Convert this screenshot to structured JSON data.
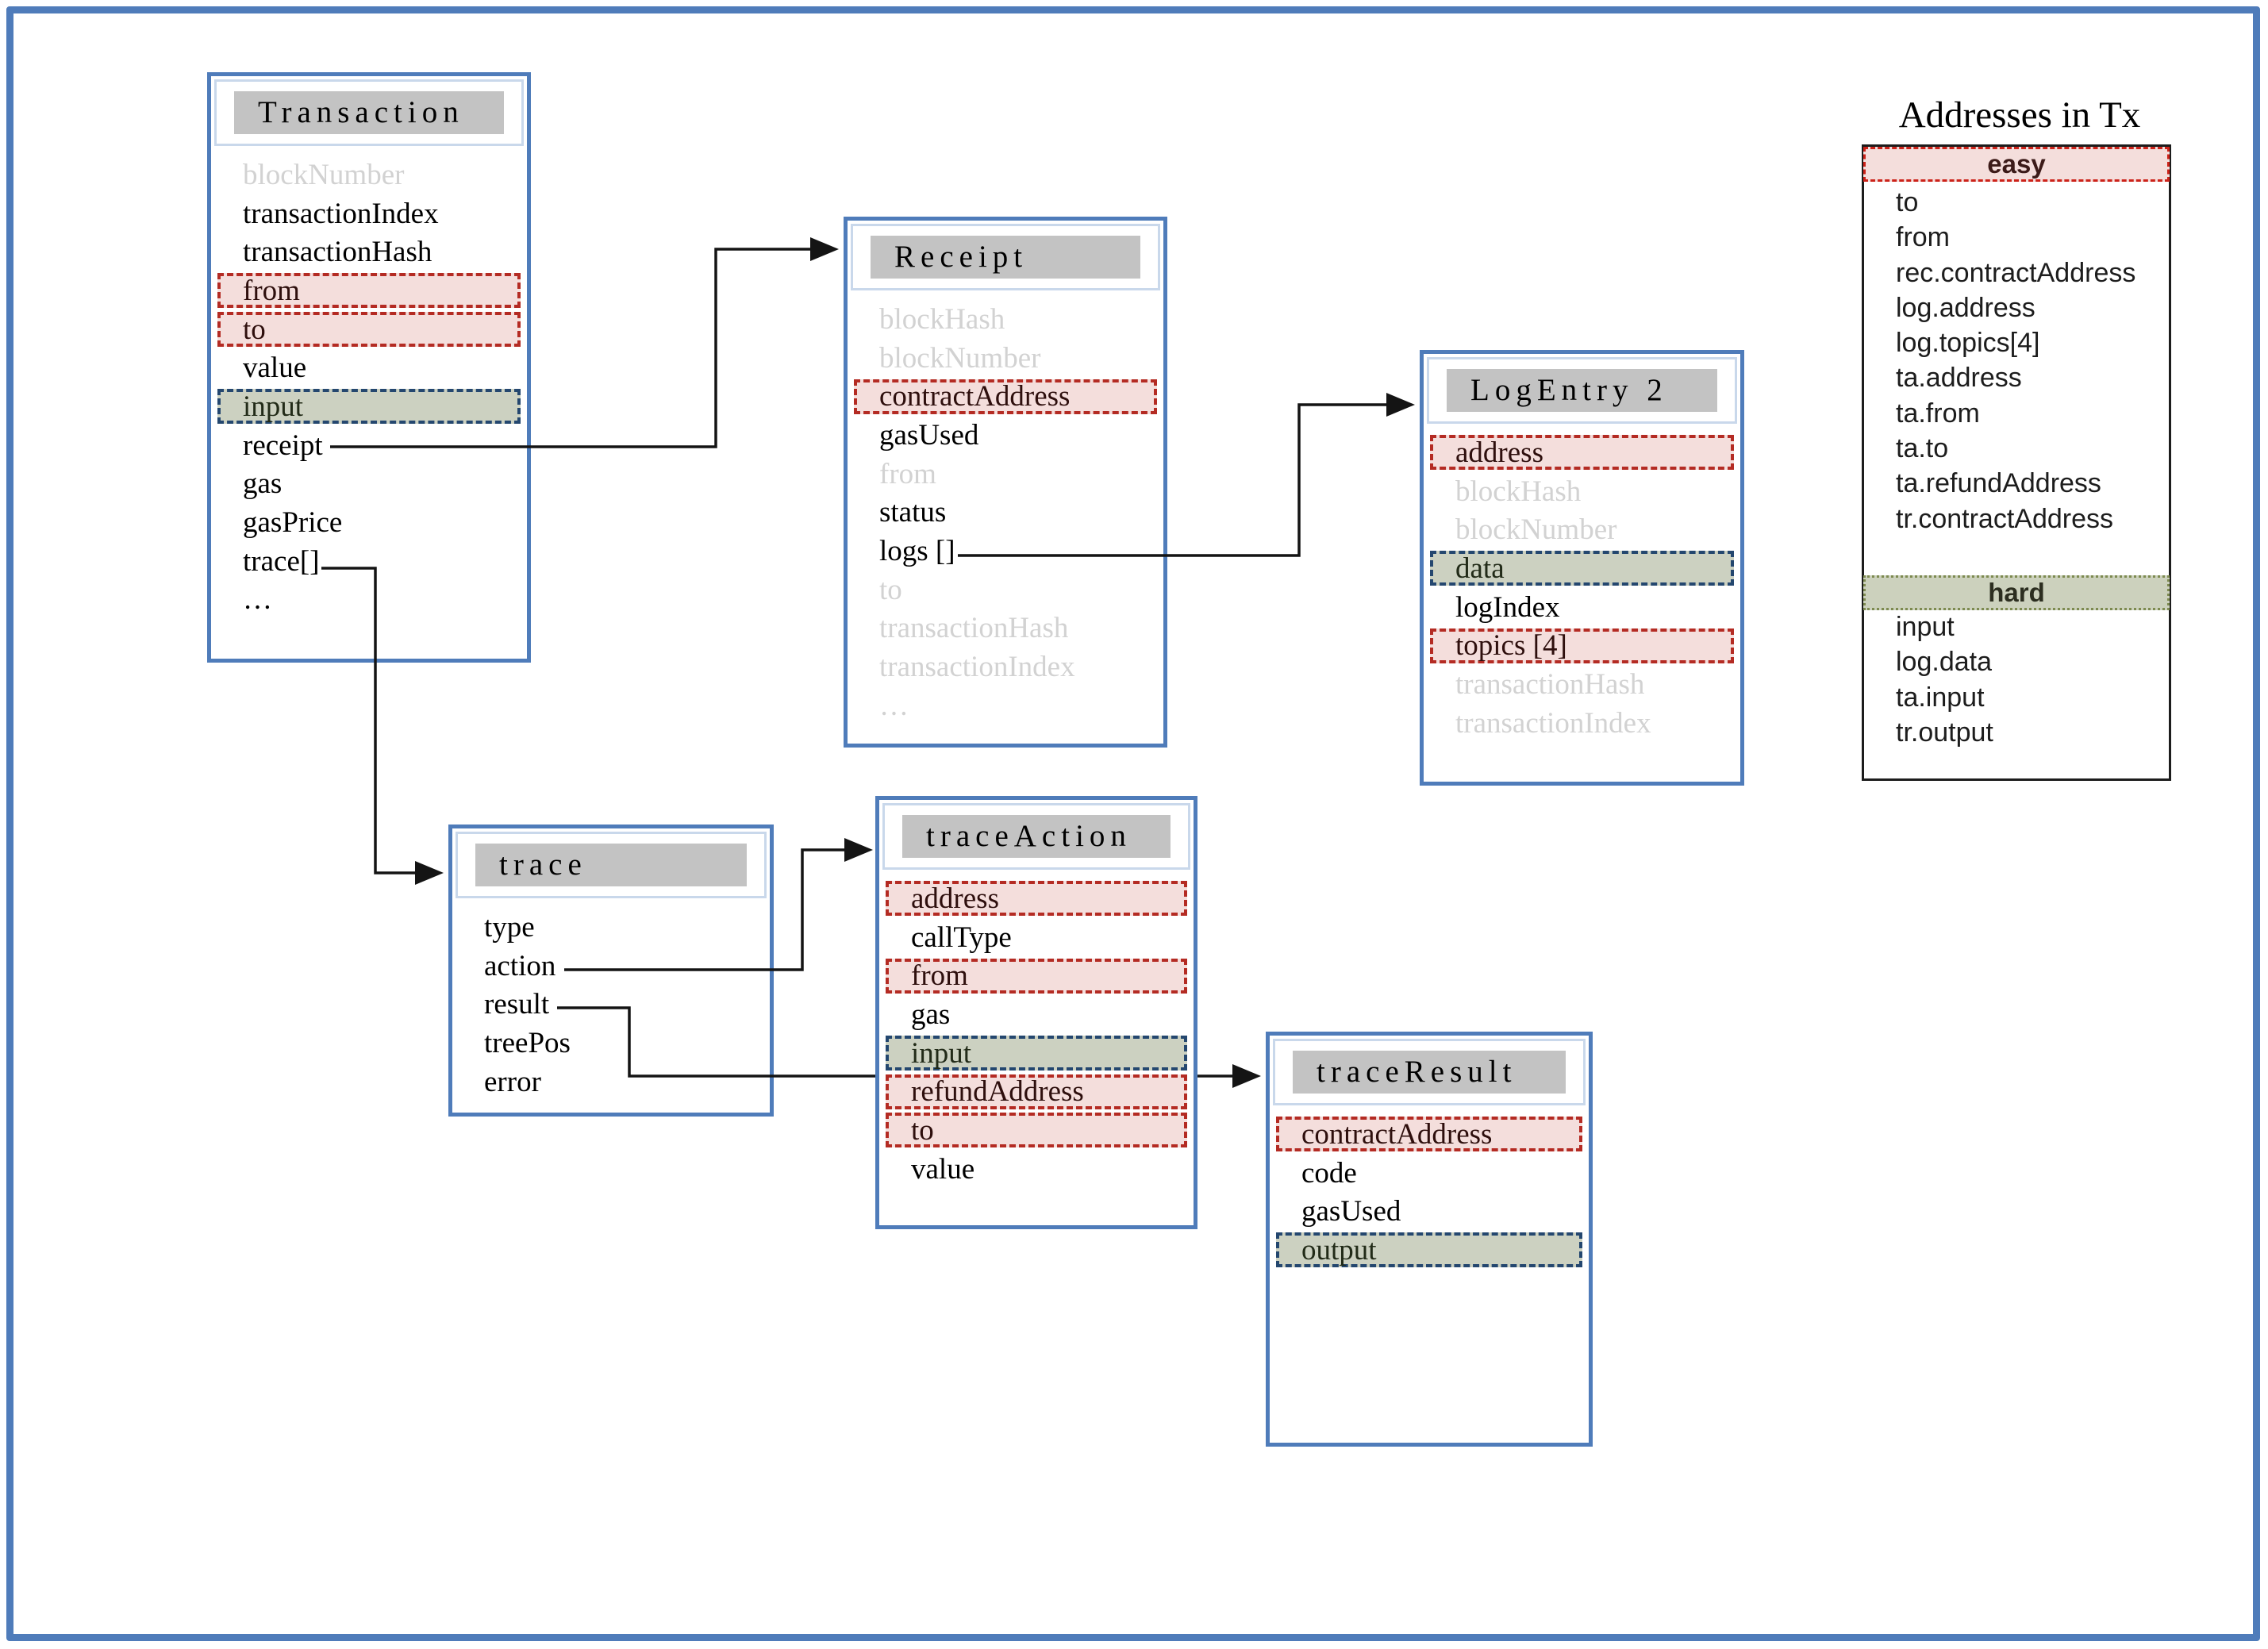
{
  "colors": {
    "frame_blue": "#4f7cba",
    "header_gray": "#c3c3c3",
    "header_inner_blue": "#c9d8eb",
    "red_dashed": "#b42b23",
    "pink_fill": "#f4dedc",
    "navy_dashed": "#24476f",
    "olive_fill": "#ccd1c1",
    "muted_text": "#d2d2d2",
    "wire_black": "#141414"
  },
  "boxes": {
    "transaction": {
      "title": "Transaction",
      "fields": [
        {
          "label": "blockNumber",
          "style": "muted"
        },
        {
          "label": "transactionIndex",
          "style": "normal"
        },
        {
          "label": "transactionHash",
          "style": "normal"
        },
        {
          "label": "from",
          "style": "red"
        },
        {
          "label": "to",
          "style": "red"
        },
        {
          "label": "value",
          "style": "normal"
        },
        {
          "label": "input",
          "style": "green"
        },
        {
          "label": "receipt",
          "style": "normal"
        },
        {
          "label": "gas",
          "style": "normal"
        },
        {
          "label": "gasPrice",
          "style": "normal"
        },
        {
          "label": "trace[]",
          "style": "normal"
        },
        {
          "label": "…",
          "style": "normal"
        }
      ]
    },
    "receipt": {
      "title": "Receipt",
      "fields": [
        {
          "label": "blockHash",
          "style": "muted"
        },
        {
          "label": "blockNumber",
          "style": "muted"
        },
        {
          "label": "contractAddress",
          "style": "red"
        },
        {
          "label": "gasUsed",
          "style": "normal"
        },
        {
          "label": "from",
          "style": "muted"
        },
        {
          "label": "status",
          "style": "normal"
        },
        {
          "label": "logs []",
          "style": "normal"
        },
        {
          "label": "to",
          "style": "muted"
        },
        {
          "label": "transactionHash",
          "style": "muted"
        },
        {
          "label": "transactionIndex",
          "style": "muted"
        },
        {
          "label": "…",
          "style": "muted"
        }
      ]
    },
    "logentry": {
      "title": "LogEntry 2",
      "fields": [
        {
          "label": "address",
          "style": "red"
        },
        {
          "label": "blockHash",
          "style": "muted"
        },
        {
          "label": "blockNumber",
          "style": "muted"
        },
        {
          "label": "data",
          "style": "green"
        },
        {
          "label": "logIndex",
          "style": "normal"
        },
        {
          "label": "topics [4]",
          "style": "red"
        },
        {
          "label": "transactionHash",
          "style": "muted"
        },
        {
          "label": "transactionIndex",
          "style": "muted"
        }
      ]
    },
    "trace": {
      "title": "trace",
      "fields": [
        {
          "label": "type",
          "style": "normal"
        },
        {
          "label": "action",
          "style": "normal"
        },
        {
          "label": "result",
          "style": "normal"
        },
        {
          "label": "treePos",
          "style": "normal"
        },
        {
          "label": "error",
          "style": "normal"
        }
      ]
    },
    "traceaction": {
      "title": "traceAction",
      "fields": [
        {
          "label": "address",
          "style": "red"
        },
        {
          "label": "callType",
          "style": "normal"
        },
        {
          "label": "from",
          "style": "red"
        },
        {
          "label": "gas",
          "style": "normal"
        },
        {
          "label": "input",
          "style": "green"
        },
        {
          "label": "refundAddress",
          "style": "red"
        },
        {
          "label": "to",
          "style": "red"
        },
        {
          "label": "value",
          "style": "normal"
        }
      ]
    },
    "traceresult": {
      "title": "traceResult",
      "fields": [
        {
          "label": "contractAddress",
          "style": "red"
        },
        {
          "label": "code",
          "style": "normal"
        },
        {
          "label": "gasUsed",
          "style": "normal"
        },
        {
          "label": "output",
          "style": "green"
        }
      ]
    }
  },
  "legend": {
    "title": "Addresses in Tx",
    "sections": [
      {
        "label": "easy",
        "items": [
          "to",
          "from",
          "rec.contractAddress",
          "log.address",
          "log.topics[4]",
          "ta.address",
          "ta.from",
          "ta.to",
          "ta.refundAddress",
          "tr.contractAddress"
        ]
      },
      {
        "label": "hard",
        "items": [
          "input",
          "log.data",
          "ta.input",
          "tr.output"
        ]
      }
    ]
  }
}
